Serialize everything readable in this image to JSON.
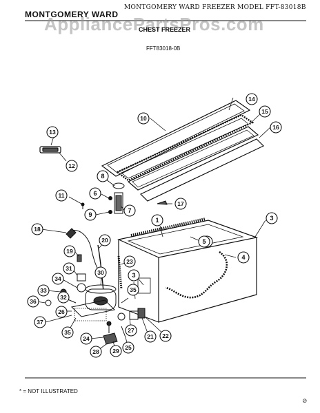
{
  "header": {
    "brand": "MONTGOMERY WARD",
    "model_line": "MONTGOMERY WARD FREEZER MODEL FFT-83018B",
    "watermark": "AppliancePartsPros.com"
  },
  "diagram": {
    "title": "CHEST FREEZER",
    "model_code": "FFT83018-0B",
    "callouts": [
      "1",
      "2",
      "3",
      "3",
      "4",
      "5",
      "6",
      "7",
      "8",
      "9",
      "10",
      "11",
      "12",
      "13",
      "14",
      "15",
      "16",
      "17",
      "18",
      "19",
      "20",
      "21",
      "22",
      "23",
      "24",
      "25",
      "26",
      "27",
      "28",
      "29",
      "30",
      "31",
      "32",
      "33",
      "34",
      "35",
      "35",
      "36",
      "37"
    ]
  },
  "footer": {
    "note": "* = NOT ILLUSTRATED",
    "corner_mark": "⊘"
  },
  "colors": {
    "ink": "#111111",
    "watermark": "#999999",
    "background": "#ffffff"
  }
}
